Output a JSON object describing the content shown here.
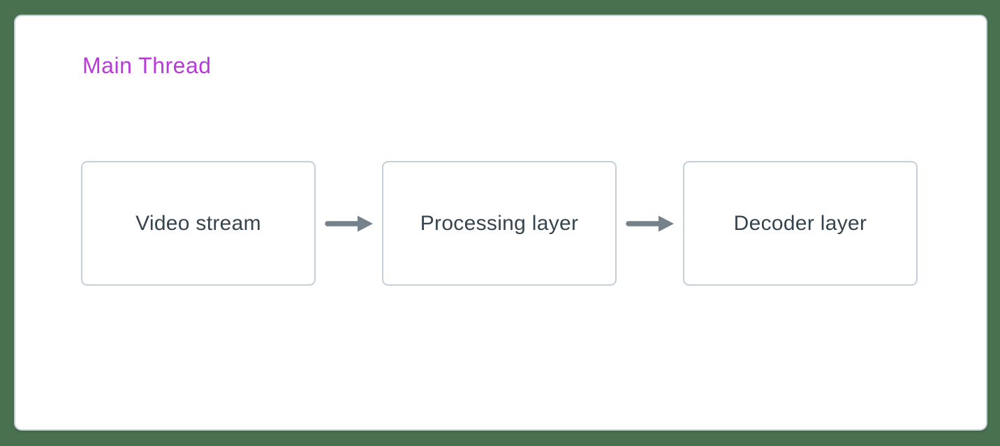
{
  "diagram": {
    "type": "flowchart",
    "title": "Main Thread",
    "nodes": [
      {
        "id": "node-video-stream",
        "label": "Video stream"
      },
      {
        "id": "node-processing-layer",
        "label": "Processing layer"
      },
      {
        "id": "node-decoder-layer",
        "label": "Decoder layer"
      }
    ],
    "edges": [
      {
        "from": "node-video-stream",
        "to": "node-processing-layer",
        "icon": "right-arrow-icon"
      },
      {
        "from": "node-processing-layer",
        "to": "node-decoder-layer",
        "icon": "right-arrow-icon"
      }
    ],
    "colors": {
      "background": "#49714f",
      "panel": "#ffffff",
      "panel_border": "#c3ced6",
      "node_border": "#c4cfd9",
      "node_text": "#35454f",
      "title": "#b83bd9",
      "arrow": "#75828b"
    }
  }
}
